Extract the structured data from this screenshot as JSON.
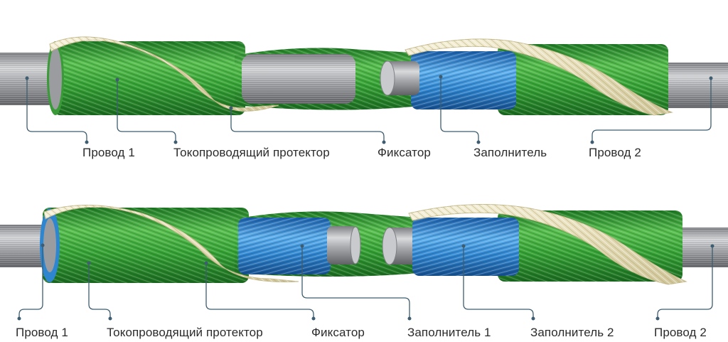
{
  "top_diagram": {
    "labels": [
      "Провод 1",
      "Токопроводящий протектор",
      "Фиксатор",
      "Заполнитель",
      "Провод 2"
    ]
  },
  "bottom_diagram": {
    "labels": [
      "Провод 1",
      "Токопроводящий протектор",
      "Фиксатор",
      "Заполнитель 1",
      "Заполнитель 2",
      "Провод 2"
    ]
  },
  "colors": {
    "wire_gray": "#9a9ca0",
    "protector_green": "#3aa63a",
    "filler_blue": "#2f86d0",
    "fixator_cream": "#ede6c6",
    "leader_line": "#3e5d70"
  }
}
